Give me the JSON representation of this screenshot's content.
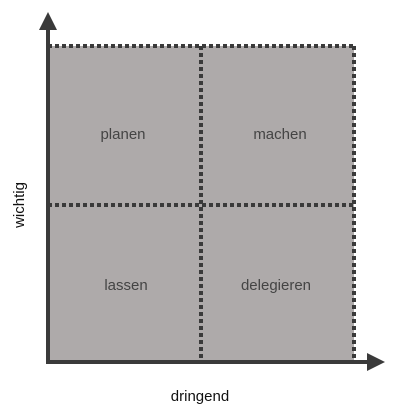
{
  "matrix": {
    "quadrants": {
      "top_left": "planen",
      "top_right": "machen",
      "bottom_left": "lassen",
      "bottom_right": "delegieren"
    },
    "x_axis_label": "dringend",
    "y_axis_label": "wichtig"
  },
  "colors": {
    "fill": "#aeaaaa",
    "border": "#3a3a3a",
    "axis": "#3a3a3a"
  }
}
